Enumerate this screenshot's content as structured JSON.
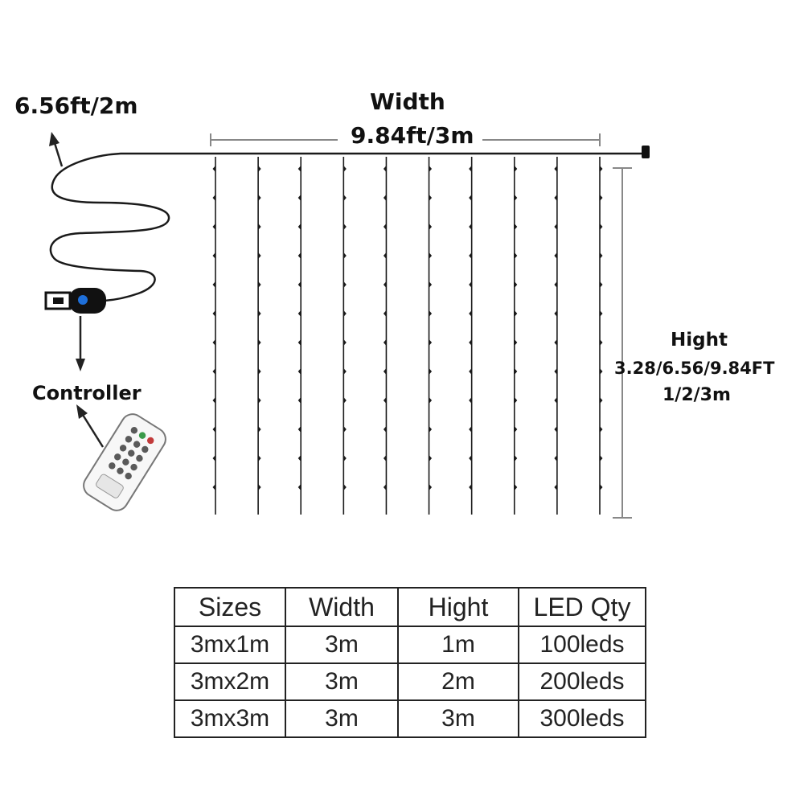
{
  "labels": {
    "cable_length": "6.56ft/2m",
    "width_title": "Width",
    "width_value": "9.84ft/3m",
    "height_title": "Hight",
    "height_ft": "3.28/6.56/9.84FT",
    "height_m": "1/2/3m",
    "controller": "Controller"
  },
  "table": {
    "headers": [
      "Sizes",
      "Width",
      "Hight",
      "LED Qty"
    ],
    "rows": [
      [
        "3mx1m",
        "3m",
        "1m",
        "100leds"
      ],
      [
        "3mx2m",
        "3m",
        "2m",
        "200leds"
      ],
      [
        "3mx3m",
        "3m",
        "3m",
        "300leds"
      ]
    ]
  },
  "diagram": {
    "strand_count": 10,
    "line_color": "#1a1a1a",
    "dimension_line_color": "#888888",
    "usb_led_color": "#1e6fd9"
  }
}
